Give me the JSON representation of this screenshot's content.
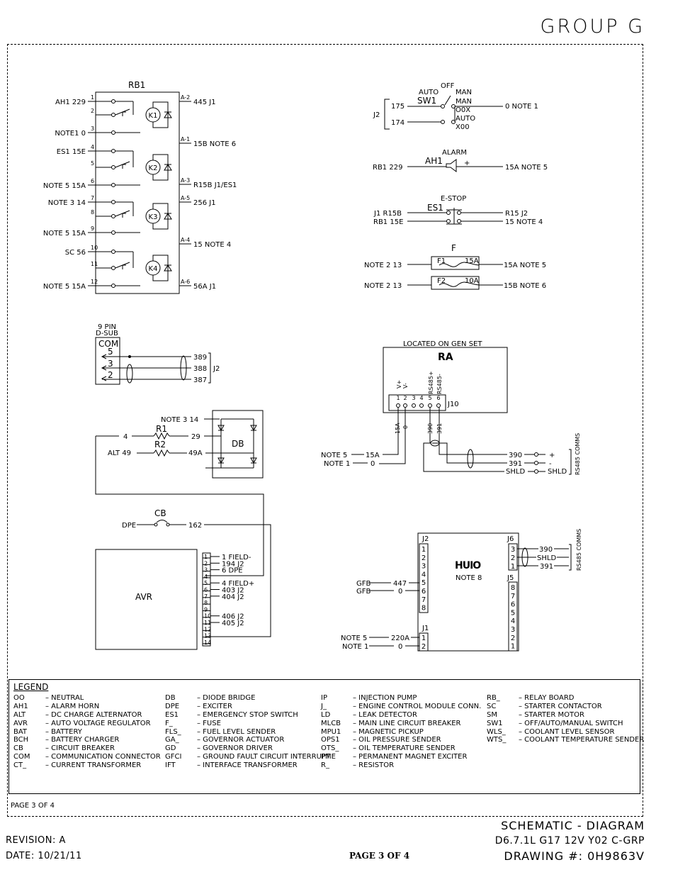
{
  "header": {
    "group": "GROUP G"
  },
  "rb1": {
    "title": "RB1",
    "left_labels": [
      "AH1 229",
      "NOTE1 0",
      "ES1 15E",
      "NOTE 5 15A",
      "NOTE 3 14",
      "NOTE 5 15A",
      "SC 56",
      "NOTE 5 15A"
    ],
    "pin_numbers": [
      "1",
      "2",
      "3",
      "4",
      "5",
      "6",
      "7",
      "8",
      "9",
      "10",
      "11",
      "12"
    ],
    "relays": [
      "K1",
      "K2",
      "K3",
      "K4"
    ],
    "right_pins": [
      "A-2",
      "A-1",
      "A-3",
      "A-5",
      "A-4",
      "A-6"
    ],
    "right_labels": [
      "445 J1",
      "15B NOTE 6",
      "R15B J1/ES1",
      "256 J1",
      "15 NOTE 4",
      "56A J1"
    ]
  },
  "sw1": {
    "name": "SW1",
    "j2": "J2",
    "wire1": "175",
    "wire2": "174",
    "auto": "AUTO",
    "off": "OFF",
    "man": "MAN",
    "man2": "MAN",
    "oox": "O0X",
    "auto2": "AUTO",
    "xoo": "X00",
    "out": "0 NOTE 1"
  },
  "ah1": {
    "alarm": "ALARM",
    "name": "AH1",
    "left": "RB1 229",
    "right": "15A NOTE 5",
    "plus": "+"
  },
  "es1": {
    "estop": "E-STOP",
    "name": "ES1",
    "l1": "J1 R15B",
    "l2": "RB1 15E",
    "r1": "R15 J2",
    "r2": "15 NOTE 4"
  },
  "fuses": {
    "title": "F",
    "f1": {
      "name": "F1",
      "rating": "15A",
      "left": "NOTE 2 13",
      "right": "15A NOTE 5"
    },
    "f2": {
      "name": "F2",
      "rating": "10A",
      "left": "NOTE 2 13",
      "right": "15B NOTE 6"
    }
  },
  "dsub": {
    "t1": "9 PIN",
    "t2": "D-SUB",
    "com": "COM",
    "pins": [
      "5",
      "3",
      "2"
    ],
    "wires": [
      "389",
      "388",
      "387"
    ],
    "j2": "J2"
  },
  "ra": {
    "located": "LOCATED ON GEN SET",
    "name": "RA",
    "pin_labels": [
      "V+",
      "V-",
      "RS485+",
      "RS485-"
    ],
    "pins": [
      "1",
      "2",
      "3",
      "4",
      "5",
      "6"
    ],
    "j10": "J10",
    "w15a": "15A",
    "w0": "0",
    "w390": "390",
    "w391": "391",
    "note5": "NOTE 5",
    "note1": "NOTE 1",
    "n15a": "15A",
    "n0": "0",
    "out390": "390",
    "out391": "391",
    "shld": "SHLD",
    "shld2": "SHLD",
    "plus": "+",
    "minus": "-",
    "comms": "RS485 COMMS"
  },
  "db": {
    "name": "DB",
    "note": "NOTE 3 14",
    "r1": "R1",
    "r2": "R2",
    "w4": "4",
    "w29": "29",
    "alt": "ALT 49",
    "w49a": "49A"
  },
  "cb": {
    "name": "CB",
    "dpe": "DPE",
    "w162": "162"
  },
  "avr": {
    "name": "AVR",
    "pins": [
      "1",
      "2",
      "3",
      "4",
      "5",
      "6",
      "7",
      "8",
      "9",
      "10",
      "11",
      "12",
      "13",
      "14"
    ],
    "labels": [
      "1 FIELD-",
      "194 J2",
      "6 DPE",
      "",
      "4 FIELD+",
      "403 J2",
      "404 J2",
      "",
      "",
      "406 J2",
      "405 J2",
      "",
      "",
      ""
    ]
  },
  "huio": {
    "name": "HUIO",
    "note": "NOTE 8",
    "j2": "J2",
    "j6": "J6",
    "j5": "J5",
    "j1": "J1",
    "j2pins": [
      "1",
      "2",
      "3",
      "4",
      "5",
      "6",
      "7",
      "8"
    ],
    "j6pins": [
      "3",
      "2",
      "1"
    ],
    "j5pins": [
      "8",
      "7",
      "6",
      "5",
      "4",
      "3",
      "2",
      "1"
    ],
    "j1pins": [
      "1",
      "2"
    ],
    "gfb1": "GFB",
    "w447": "447",
    "gfb2": "GFB",
    "w0": "0",
    "note5": "NOTE 5",
    "w220a": "220A",
    "note1": "NOTE 1",
    "w0b": "0",
    "out390": "390",
    "shld": "SHLD",
    "out391": "391",
    "comms": "RS485 COMMS"
  },
  "legend": {
    "title": "LEGEND",
    "columns": [
      [
        {
          "ab": "OO",
          "desc": "–  NEUTRAL"
        },
        {
          "ab": "AH1",
          "desc": "–  ALARM HORN"
        },
        {
          "ab": "ALT",
          "desc": "–  DC CHARGE ALTERNATOR"
        },
        {
          "ab": "AVR",
          "desc": "–  AUTO VOLTAGE REGULATOR"
        },
        {
          "ab": "BAT",
          "desc": "–  BATTERY"
        },
        {
          "ab": "BCH",
          "desc": "–  BATTERY CHARGER"
        },
        {
          "ab": "CB",
          "desc": "–  CIRCUIT BREAKER"
        },
        {
          "ab": "COM",
          "desc": "–  COMMUNICATION CONNECTOR"
        },
        {
          "ab": "CT_",
          "desc": "–  CURRENT TRANSFORMER"
        }
      ],
      [
        {
          "ab": "DB",
          "desc": "–  DIODE BRIDGE"
        },
        {
          "ab": "DPE",
          "desc": "–  EXCITER"
        },
        {
          "ab": "ES1",
          "desc": "–  EMERGENCY STOP SWITCH"
        },
        {
          "ab": "F_",
          "desc": "–  FUSE"
        },
        {
          "ab": "FLS_",
          "desc": "–  FUEL LEVEL SENDER"
        },
        {
          "ab": "GA_",
          "desc": "–  GOVERNOR ACTUATOR"
        },
        {
          "ab": "GD",
          "desc": "–  GOVERNOR DRIVER"
        },
        {
          "ab": "GFCI",
          "desc": "–  GROUND FAULT CIRCUIT INTERRUPT"
        },
        {
          "ab": "IFT",
          "desc": "–  INTERFACE TRANSFORMER"
        }
      ],
      [
        {
          "ab": "IP",
          "desc": "–  INJECTION PUMP"
        },
        {
          "ab": "J_",
          "desc": "–  ENGINE CONTROL MODULE CONN."
        },
        {
          "ab": "LD",
          "desc": "–  LEAK DETECTOR"
        },
        {
          "ab": "MLCB",
          "desc": "–  MAIN LINE CIRCUIT BREAKER"
        },
        {
          "ab": "MPU1",
          "desc": "–  MAGNETIC PICKUP"
        },
        {
          "ab": "OPS1",
          "desc": "–  OIL PRESSURE SENDER"
        },
        {
          "ab": "OTS_",
          "desc": "–  OIL TEMPERATURE SENDER"
        },
        {
          "ab": "PME",
          "desc": "–  PERMANENT MAGNET EXCITER"
        },
        {
          "ab": "R_",
          "desc": "–  RESISTOR"
        }
      ],
      [
        {
          "ab": "RB_",
          "desc": "–  RELAY BOARD"
        },
        {
          "ab": "SC",
          "desc": "–  STARTER CONTACTOR"
        },
        {
          "ab": "SM",
          "desc": "–  STARTER MOTOR"
        },
        {
          "ab": "SW1",
          "desc": "–  OFF/AUTO/MANUAL SWITCH"
        },
        {
          "ab": "WLS_",
          "desc": "–  COOLANT LEVEL SENSOR"
        },
        {
          "ab": "WTS_",
          "desc": "–  COOLANT TEMPERATURE SENDER"
        }
      ]
    ]
  },
  "footer": {
    "page_inner": "PAGE 3 OF 4",
    "title": "SCHEMATIC - DIAGRAM",
    "subtitle": "D6.7.1L G17 12V Y02 C-GRP",
    "drawing": "DRAWING #: 0H9863V",
    "revision": "REVISION: A",
    "date": "DATE: 10/21/11",
    "page": "PAGE 3 OF 4"
  }
}
